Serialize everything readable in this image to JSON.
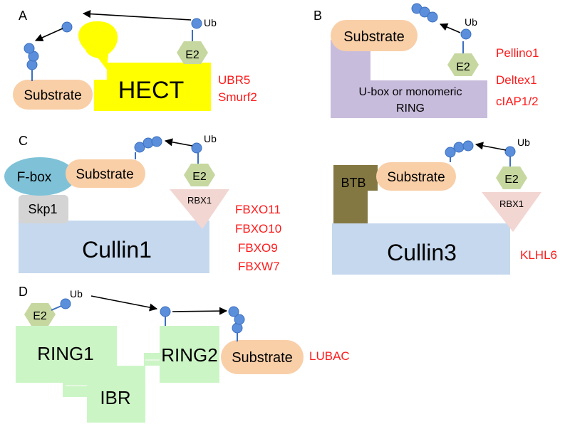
{
  "panels": {
    "a": {
      "letter": "A",
      "ub": "Ub",
      "e2": "E2",
      "ligase": "HECT",
      "substrate": "Substrate",
      "examples": [
        "UBR5",
        "Smurf2"
      ]
    },
    "b": {
      "letter": "B",
      "ub": "Ub",
      "e2": "E2",
      "ligase_line1": "U-box or monomeric",
      "ligase_line2": "RING",
      "substrate": "Substrate",
      "examples": [
        "Pellino1",
        "Deltex1",
        "cIAP1/2"
      ]
    },
    "c": {
      "letter": "C",
      "ub": "Ub",
      "e2": "E2",
      "rbx": "RBX1",
      "fbox": "F-box",
      "adaptor": "Skp1",
      "scaffold": "Cullin1",
      "substrate": "Substrate",
      "examples": [
        "FBXO11",
        "FBXO10",
        "FBXO9",
        "FBXW7"
      ]
    },
    "c2": {
      "ub": "Ub",
      "e2": "E2",
      "rbx": "RBX1",
      "adaptor": "BTB",
      "scaffold": "Cullin3",
      "substrate": "Substrate",
      "examples": [
        "KLHL6"
      ]
    },
    "d": {
      "letter": "D",
      "ub": "Ub",
      "e2": "E2",
      "ring1": "RING1",
      "ibr": "IBR",
      "ring2": "RING2",
      "substrate": "Substrate",
      "examples": [
        "LUBAC"
      ]
    }
  },
  "colors": {
    "ubiquitin": "#5b8fdc",
    "ubiquitin_stroke": "#3b6fbf",
    "substrate": "#f9cfa8",
    "e2": "#c6d8a0",
    "hect": "#ffff00",
    "ubox_ring": "#c8bcdc",
    "cullin": "#c5d8ee",
    "fbox": "#7fc2d8",
    "skp1": "#d4d4d4",
    "rbx1": "#f2d6d2",
    "btb": "#847842",
    "lubac": "#ccf5c6",
    "example_text": "#ff1a1a"
  }
}
